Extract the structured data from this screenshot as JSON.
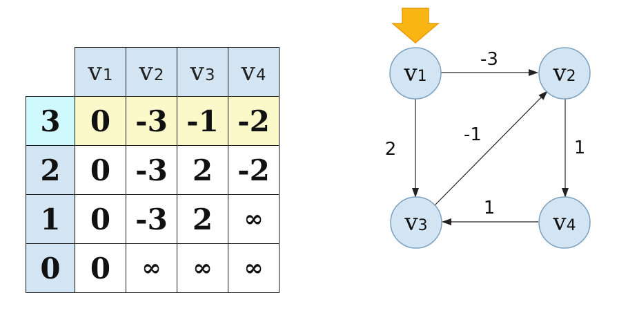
{
  "table": {
    "headers": [
      {
        "var": "v",
        "sub": "1"
      },
      {
        "var": "v",
        "sub": "2"
      },
      {
        "var": "v",
        "sub": "3"
      },
      {
        "var": "v",
        "sub": "4"
      }
    ],
    "rows": [
      {
        "label": "3",
        "values": [
          "0",
          "-3",
          "-1",
          "-2"
        ],
        "highlight": true
      },
      {
        "label": "2",
        "values": [
          "0",
          "-3",
          "2",
          "-2"
        ],
        "highlight": false
      },
      {
        "label": "1",
        "values": [
          "0",
          "-3",
          "2",
          "∞"
        ],
        "highlight": false
      },
      {
        "label": "0",
        "values": [
          "0",
          "∞",
          "∞",
          "∞"
        ],
        "highlight": false
      }
    ]
  },
  "graph": {
    "start_marker": {
      "type": "arrow-down-icon",
      "color": "#f9b514",
      "target": "v1"
    },
    "nodes": [
      {
        "id": "v1",
        "var": "v",
        "sub": "1"
      },
      {
        "id": "v2",
        "var": "v",
        "sub": "2"
      },
      {
        "id": "v3",
        "var": "v",
        "sub": "3"
      },
      {
        "id": "v4",
        "var": "v",
        "sub": "4"
      }
    ],
    "edges": [
      {
        "from": "v1",
        "to": "v2",
        "weight": "-3"
      },
      {
        "from": "v1",
        "to": "v3",
        "weight": "2"
      },
      {
        "from": "v3",
        "to": "v2",
        "weight": "-1"
      },
      {
        "from": "v2",
        "to": "v4",
        "weight": "1"
      },
      {
        "from": "v4",
        "to": "v3",
        "weight": "1"
      }
    ]
  },
  "colors": {
    "header_fill": "#d3e5f3",
    "active_row_label": "#cff9fd",
    "highlight_row": "#fbf9c9",
    "node_fill": "#d3e5f3",
    "node_stroke": "#7aa0c0",
    "marker": "#f9b514"
  }
}
